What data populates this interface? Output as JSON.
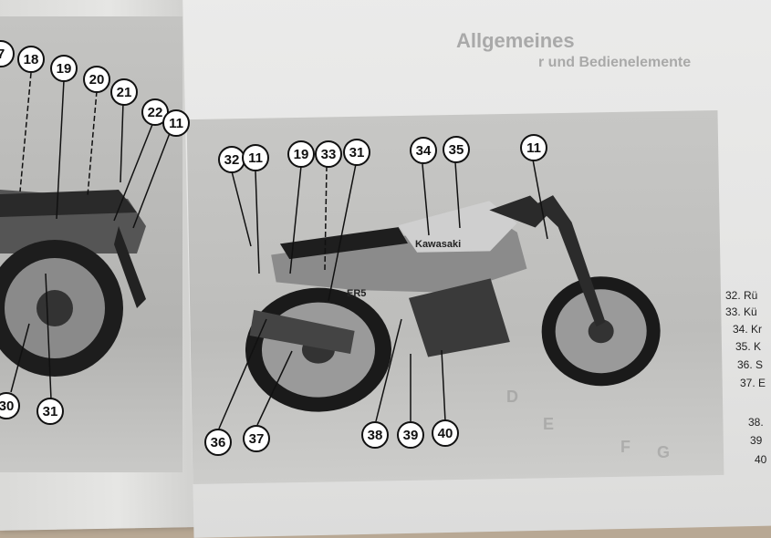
{
  "header": {
    "title_fragment": "Allgemeines",
    "subtitle_fragment": "r und Bedienelemente"
  },
  "callouts": [
    "7",
    "18",
    "19",
    "20",
    "21",
    "22",
    "11",
    "30",
    "31",
    "32",
    "11",
    "19",
    "33",
    "31",
    "34",
    "35",
    "11",
    "36",
    "37",
    "38",
    "39",
    "40"
  ],
  "legend": [
    "32. Rü",
    "33. Kü",
    "34. Kr",
    "35. K",
    "36. S",
    "37. E",
    "38.",
    "39",
    "40"
  ],
  "ghost_letters": [
    "D",
    "E",
    "F",
    "G"
  ],
  "bike_badge": "Kawasaki",
  "tank_label": "ER5"
}
